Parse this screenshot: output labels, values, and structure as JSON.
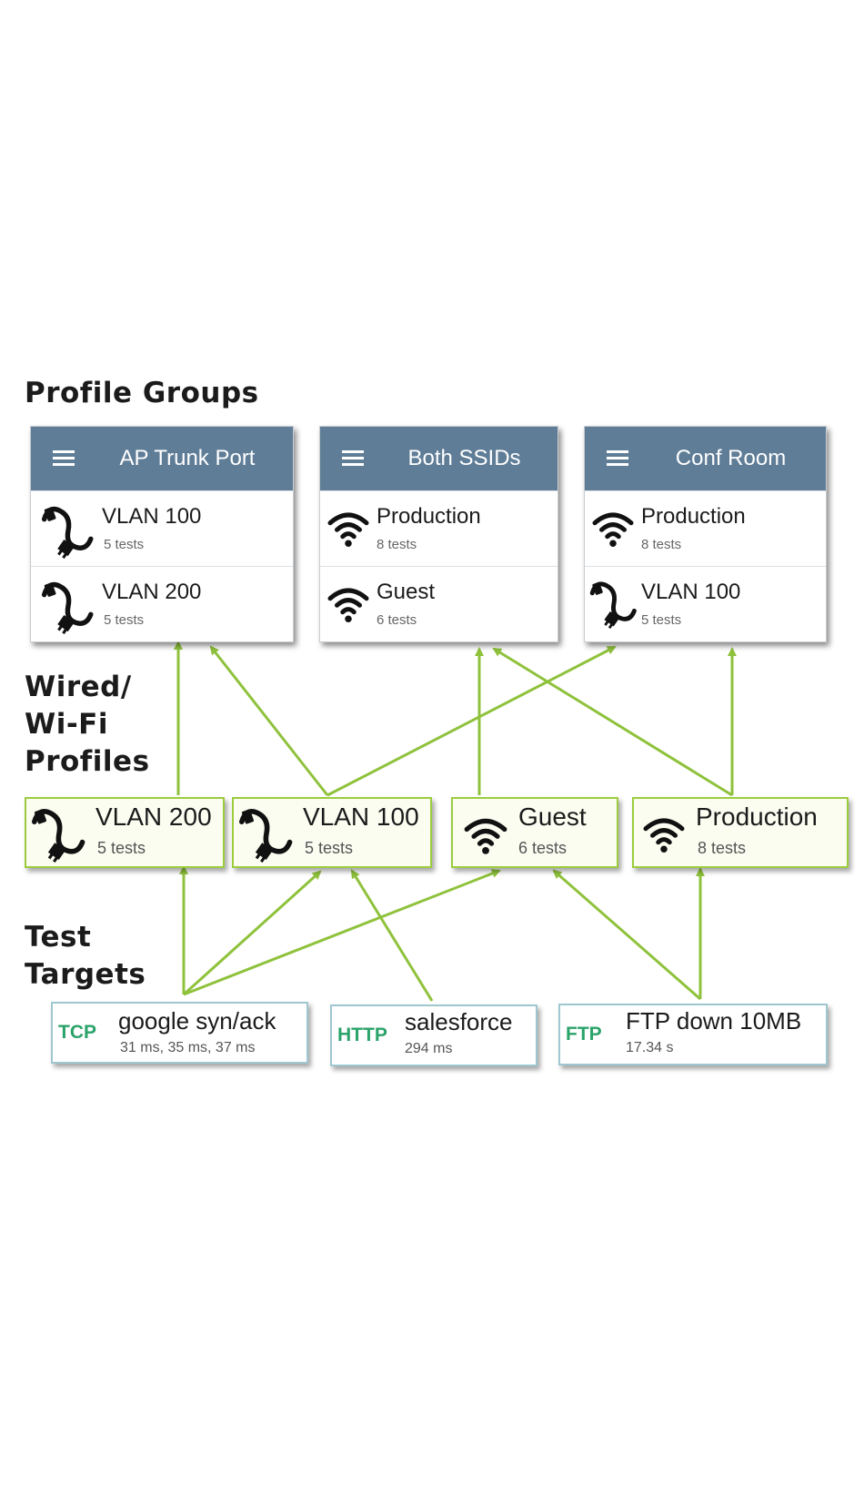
{
  "labels": {
    "profile_groups": "Profile Groups",
    "profiles": "Wired/ Wi-Fi Profiles",
    "targets": "Test Targets"
  },
  "groups": [
    {
      "title": "AP Trunk Port",
      "rows": [
        {
          "name": "VLAN 100",
          "sub": "5 tests",
          "icon": "ethernet-cable-icon"
        },
        {
          "name": "VLAN 200",
          "sub": "5 tests",
          "icon": "ethernet-cable-icon"
        }
      ]
    },
    {
      "title": "Both SSIDs",
      "rows": [
        {
          "name": "Production",
          "sub": "8 tests",
          "icon": "wifi-icon"
        },
        {
          "name": "Guest",
          "sub": "6 tests",
          "icon": "wifi-icon"
        }
      ]
    },
    {
      "title": "Conf Room",
      "rows": [
        {
          "name": "Production",
          "sub": "8 tests",
          "icon": "wifi-icon"
        },
        {
          "name": "VLAN 100",
          "sub": "5 tests",
          "icon": "ethernet-cable-icon"
        }
      ]
    }
  ],
  "profiles": [
    {
      "name": "VLAN 200",
      "sub": "5 tests",
      "icon": "ethernet-cable-icon"
    },
    {
      "name": "VLAN 100",
      "sub": "5 tests",
      "icon": "ethernet-cable-icon"
    },
    {
      "name": "Guest",
      "sub": "6 tests",
      "icon": "wifi-icon"
    },
    {
      "name": "Production",
      "sub": "8 tests",
      "icon": "wifi-icon"
    }
  ],
  "targets": [
    {
      "protocol": "TCP",
      "name": "google syn/ack",
      "sub": "31 ms, 35 ms, 37 ms"
    },
    {
      "protocol": "HTTP",
      "name": "salesforce",
      "sub": "294 ms"
    },
    {
      "protocol": "FTP",
      "name": "FTP down 10MB",
      "sub": "17.34 s"
    }
  ],
  "colors": {
    "header": "#5f7d97",
    "arrow": "#8fc23c",
    "protocol": "#2ba36a",
    "profile_border": "#9ccc3e"
  }
}
